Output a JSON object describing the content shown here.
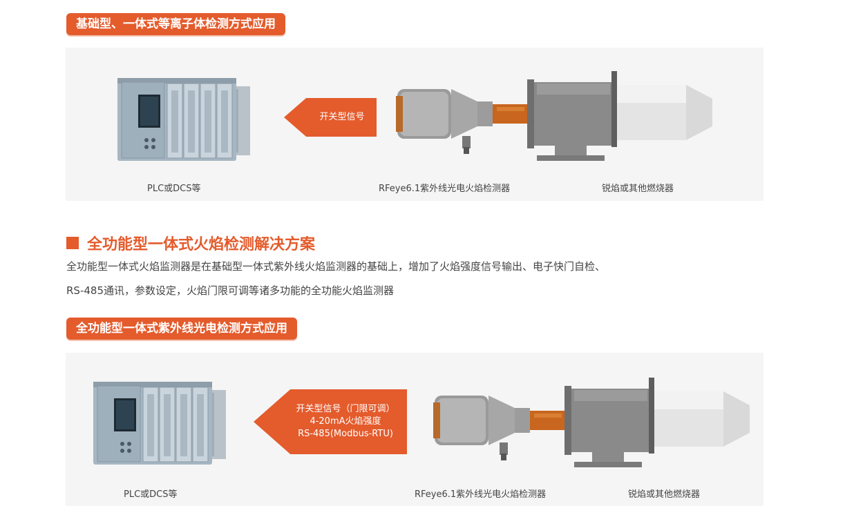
{
  "section1": {
    "tag": "基础型、一体式等离子体检测方式应用",
    "signal_lines": [
      "开关型信号"
    ],
    "captions": {
      "plc": "PLC或DCS等",
      "detector": "RFeye6.1紫外线光电火焰检测器",
      "burner": "锐焰或其他燃烧器"
    }
  },
  "heading": {
    "title": "全功能型一体式火焰检测解决方案",
    "para_line1": "全功能型一体式火焰监测器是在基础型一体式紫外线火焰监测器的基础上，增加了火焰强度信号输出、电子快门自检、",
    "para_line2": "RS-485通讯，参数设定，火焰门限可调等诸多功能的全功能火焰监测器"
  },
  "section2": {
    "tag": "全功能型一体式紫外线光电检测方式应用",
    "signal_lines": [
      "开关型信号（门限可调）",
      "4-20mA火焰强度",
      "RS-485(Modbus-RTU)"
    ],
    "captions": {
      "plc": "PLC或DCS等",
      "detector": "RFeye6.1紫外线光电火焰检测器",
      "burner": "锐焰或其他燃烧器"
    }
  },
  "colors": {
    "accent": "#e45b2c",
    "panel": "#f5f5f5",
    "plc_body": "#9fb0bd",
    "copper": "#c8651f"
  }
}
